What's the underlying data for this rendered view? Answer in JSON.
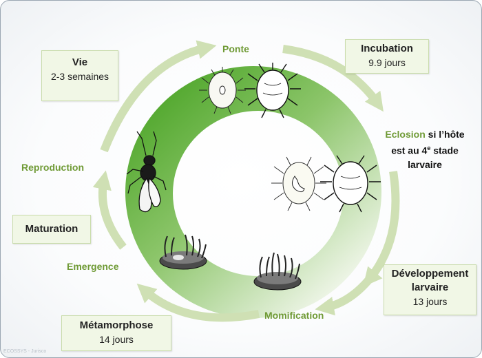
{
  "stages": {
    "vie": {
      "title": "Vie",
      "value": "2-3 semaines"
    },
    "incubation": {
      "title": "Incubation",
      "value": "9.9 jours"
    },
    "developpement": {
      "title_line1": "Développement",
      "title_line2": "larvaire",
      "value": "13 jours"
    },
    "metamorphose": {
      "title": "Métamorphose",
      "value": "14 jours"
    },
    "maturation": {
      "title": "Maturation"
    }
  },
  "labels": {
    "ponte": "Ponte",
    "reproduction": "Reproduction",
    "emergence": "Emergence",
    "momification": "Momification"
  },
  "eclosion": {
    "word": "Eclosion",
    "rest_line1": " si l’hôte",
    "line2_pre": "est au 4",
    "line2_sup": "e",
    "line2_post": " stade",
    "line3": "larvaire"
  },
  "watermark": "ECOSSYS - Jurisco",
  "colors": {
    "ring_dark": "#5aab2f",
    "ring_light": "#e9f3df",
    "arrow": "#cfe0b4",
    "label_green": "#6f9a35",
    "box_fill": "#f1f7e6"
  },
  "icons": [
    "mealybug-icon",
    "parasitized-mealybug-icon",
    "mummy-icon",
    "wasp-icon"
  ]
}
